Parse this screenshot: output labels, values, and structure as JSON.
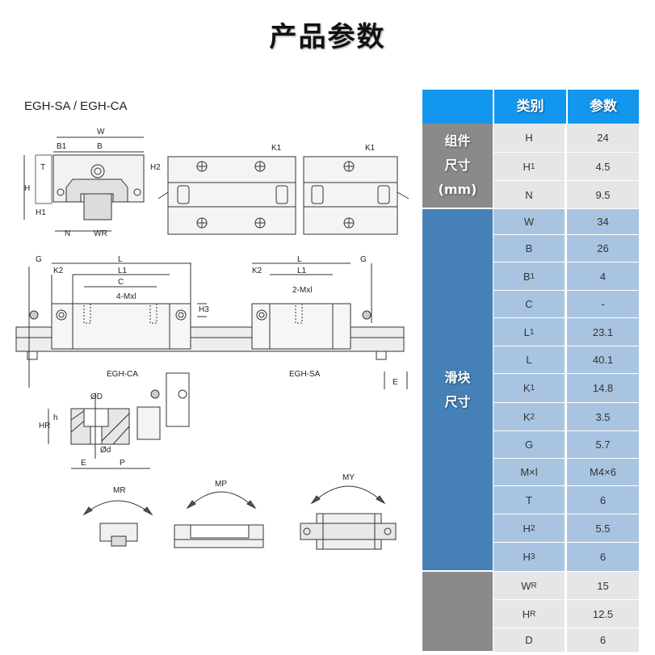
{
  "title": "产品参数",
  "model": "EGH-SA / EGH-CA",
  "drawing": {
    "labels_top": [
      "W",
      "B",
      "B1",
      "T",
      "H2",
      "H",
      "H1",
      "N",
      "WR",
      "K1",
      "K1"
    ],
    "labels_side": [
      "G",
      "K2",
      "L",
      "L1",
      "C",
      "4-Mxl",
      "H3",
      "L",
      "L1",
      "K2",
      "G",
      "2-Mxl",
      "EGH-CA",
      "EGH-SA",
      "E"
    ],
    "labels_rail": [
      "ØD",
      "h",
      "HR",
      "Ød",
      "E",
      "P"
    ],
    "labels_moments": [
      "MR",
      "MP",
      "MY"
    ]
  },
  "table": {
    "header_left": "",
    "col_type": "类别",
    "col_param": "参数",
    "groups": [
      {
        "label_lines": [
          "组件",
          "尺寸",
          "(mm)"
        ],
        "color": "#8a8a8a"
      },
      {
        "label_lines": [
          "滑块",
          "尺寸"
        ],
        "color": "#4580b6"
      },
      {
        "label_lines": [
          ""
        ],
        "color": "#8a8a8a"
      }
    ],
    "rows": [
      {
        "base": "H",
        "sub": "",
        "value": "24"
      },
      {
        "base": "H",
        "sub": "1",
        "value": "4.5"
      },
      {
        "base": "N",
        "sub": "",
        "value": "9.5"
      },
      {
        "base": "W",
        "sub": "",
        "value": "34"
      },
      {
        "base": "B",
        "sub": "",
        "value": "26"
      },
      {
        "base": "B",
        "sub": "1",
        "value": "4"
      },
      {
        "base": "C",
        "sub": "",
        "value": "-"
      },
      {
        "base": "L",
        "sub": "1",
        "value": "23.1"
      },
      {
        "base": "L",
        "sub": "",
        "value": "40.1"
      },
      {
        "base": "K",
        "sub": "1",
        "value": "14.8"
      },
      {
        "base": "K",
        "sub": "2",
        "value": "3.5"
      },
      {
        "base": "G",
        "sub": "",
        "value": "5.7"
      },
      {
        "base": "M×l",
        "sub": "",
        "value": "M4×6"
      },
      {
        "base": "T",
        "sub": "",
        "value": "6"
      },
      {
        "base": "H",
        "sub": "2",
        "value": "5.5"
      },
      {
        "base": "H",
        "sub": "3",
        "value": "6"
      },
      {
        "base": "W",
        "sub": "R",
        "value": "15"
      },
      {
        "base": "H",
        "sub": "R",
        "value": "12.5"
      },
      {
        "base": "D",
        "sub": "",
        "value": "6"
      }
    ],
    "colors": {
      "header": "#1296ee",
      "light_row": "#e6e6e6",
      "blue_row": "#a9c4e0",
      "border": "#ffffff"
    }
  }
}
